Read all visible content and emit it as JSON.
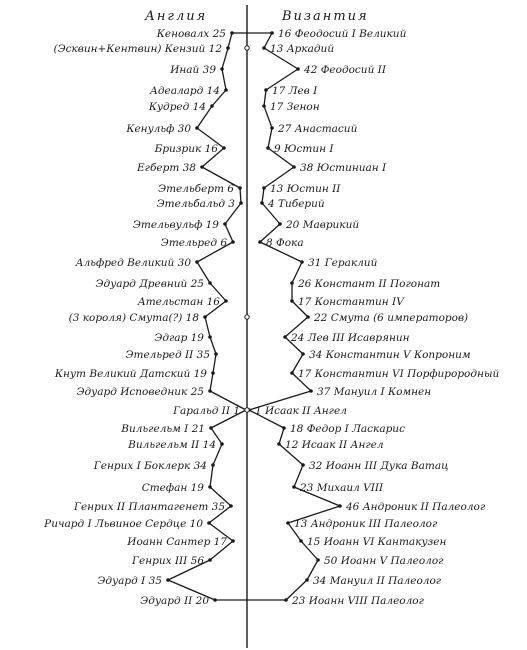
{
  "headers": {
    "left": "Англия",
    "right": "Византия"
  },
  "rulers": {
    "england": [
      {
        "name": "Кеновалх",
        "years": "25"
      },
      {
        "name": "(Эсквин+Кентвин) Кензий",
        "years": "12"
      },
      {
        "name": "Инай",
        "years": "39"
      },
      {
        "name": "Адеалард",
        "years": "14"
      },
      {
        "name": "Кудред",
        "years": "14"
      },
      {
        "name": "Кенульф",
        "years": "30"
      },
      {
        "name": "Бризрик",
        "years": "16"
      },
      {
        "name": "Егберт",
        "years": "38"
      },
      {
        "name": "Этельберт",
        "years": "6"
      },
      {
        "name": "Этельбальд",
        "years": "3"
      },
      {
        "name": "Этельвульф",
        "years": "19"
      },
      {
        "name": "Этельред",
        "years": "6"
      },
      {
        "name": "Альфред Великий",
        "years": "30"
      },
      {
        "name": "Эдуард Древний",
        "years": "25"
      },
      {
        "name": "Ательстан",
        "years": "16"
      },
      {
        "name": "(3 короля) Смута(?)",
        "years": "18"
      },
      {
        "name": "Эдгар",
        "years": "19"
      },
      {
        "name": "Этельред II",
        "years": "35"
      },
      {
        "name": "Кнут Великий Датский",
        "years": "19"
      },
      {
        "name": "Эдуард Исповедник",
        "years": "25"
      },
      {
        "name": "Гаральд II",
        "years": "1"
      },
      {
        "name": "Вильгельм I",
        "years": "21"
      },
      {
        "name": "Вильгельм II",
        "years": "14"
      },
      {
        "name": "Генрих I Боклерк",
        "years": "34"
      },
      {
        "name": "Стефан",
        "years": "19"
      },
      {
        "name": "Генрих II Плантагенет",
        "years": "35"
      },
      {
        "name": "Ричард I Львиное Сердце",
        "years": "10"
      },
      {
        "name": "Иоанн Сантер",
        "years": "17"
      },
      {
        "name": "Генрих III",
        "years": "56"
      },
      {
        "name": "Эдуард I",
        "years": "35"
      },
      {
        "name": "Эдуард II",
        "years": "20"
      }
    ],
    "byzantium": [
      {
        "name": "Феодосий I Великий",
        "years": "16"
      },
      {
        "name": "Аркадий",
        "years": "13"
      },
      {
        "name": "Феодосий II",
        "years": "42"
      },
      {
        "name": "Лев I",
        "years": "17"
      },
      {
        "name": "Зенон",
        "years": "17"
      },
      {
        "name": "Анастасий",
        "years": "27"
      },
      {
        "name": "Юстин I",
        "years": "9"
      },
      {
        "name": "Юстиниан I",
        "years": "38"
      },
      {
        "name": "Юстин II",
        "years": "13"
      },
      {
        "name": "Тиберий",
        "years": "4"
      },
      {
        "name": "Маврикий",
        "years": "20"
      },
      {
        "name": "Фока",
        "years": "8"
      },
      {
        "name": "Гераклий",
        "years": "31"
      },
      {
        "name": "Констант II Погонат",
        "years": "26"
      },
      {
        "name": "Константин IV",
        "years": "17"
      },
      {
        "name": "Смута (6 императоров)",
        "years": "22"
      },
      {
        "name": "Лев III Исаврянин",
        "years": "24"
      },
      {
        "name": "Константин V Копроним",
        "years": "34"
      },
      {
        "name": "Константин VI Порфирородный",
        "years": "17"
      },
      {
        "name": "Мануил I Комнен",
        "years": "37"
      },
      {
        "name": "Исаак II Ангел",
        "years": "1"
      },
      {
        "name": "Федор I Ласкарис",
        "years": "18"
      },
      {
        "name": "Исаак II Ангел",
        "years": "12"
      },
      {
        "name": "Иоанн III Дука Ватац",
        "years": "32"
      },
      {
        "name": "Михаил VIII",
        "years": "23"
      },
      {
        "name": "Андроник II Палеолог",
        "years": "46"
      },
      {
        "name": "Андроник III Палеолог",
        "years": "13"
      },
      {
        "name": "Иоанн VI Кантакузен",
        "years": "15"
      },
      {
        "name": "Иоанн V Палеолог",
        "years": "50"
      },
      {
        "name": "Мануил II Палеолог",
        "years": "34"
      },
      {
        "name": "Иоанн VIII Палеолог",
        "years": "23"
      }
    ]
  },
  "colors": {
    "ink": "#1a1a1a",
    "background": "#ffffff"
  }
}
